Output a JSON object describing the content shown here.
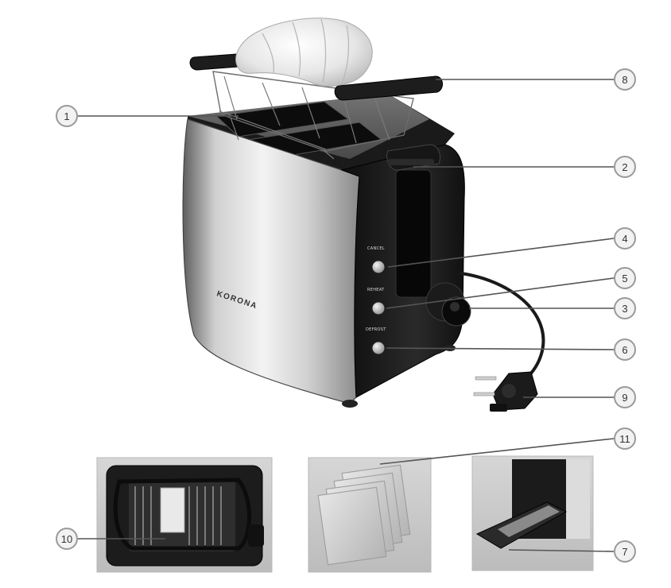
{
  "brand": {
    "logo_text": "KORONA"
  },
  "control_panel": {
    "cancel_label": "CANCEL",
    "reheat_label": "REHEAT",
    "defrost_label": "DEFROST"
  },
  "callouts": [
    {
      "id": "c1",
      "number": "1"
    },
    {
      "id": "c2",
      "number": "2"
    },
    {
      "id": "c3",
      "number": "3"
    },
    {
      "id": "c4",
      "number": "4"
    },
    {
      "id": "c5",
      "number": "5"
    },
    {
      "id": "c6",
      "number": "6"
    },
    {
      "id": "c7",
      "number": "7"
    },
    {
      "id": "c8",
      "number": "8"
    },
    {
      "id": "c9",
      "number": "9"
    },
    {
      "id": "c10",
      "number": "10"
    },
    {
      "id": "c11",
      "number": "11"
    }
  ],
  "colors": {
    "steel_light": "#e4e4e4",
    "steel_dark": "#6a6a6a",
    "black_body": "#1c1c1c",
    "callout_ring": "#9a9a9a",
    "leader_line": "#555555",
    "panel_bg": "#c9c9c9"
  },
  "icons": [
    "croissant-icon",
    "power-plug-icon",
    "toaster-icon"
  ]
}
